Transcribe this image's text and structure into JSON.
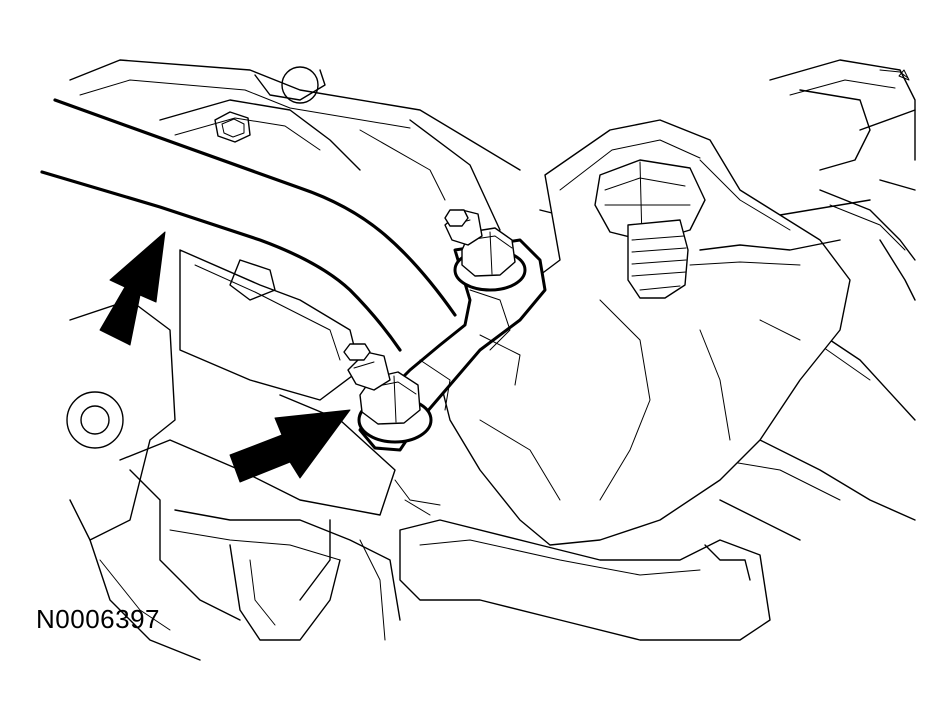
{
  "figure": {
    "id_label": "N0006397"
  },
  "parts": {
    "arrow_icons": [
      "arrow-up-right-icon",
      "arrow-right-icon"
    ],
    "fasteners": [
      "stud-nut-upper",
      "stud-nut-lower",
      "large-nut-right"
    ]
  },
  "colors": {
    "ink": "#000000",
    "paper": "#ffffff"
  }
}
